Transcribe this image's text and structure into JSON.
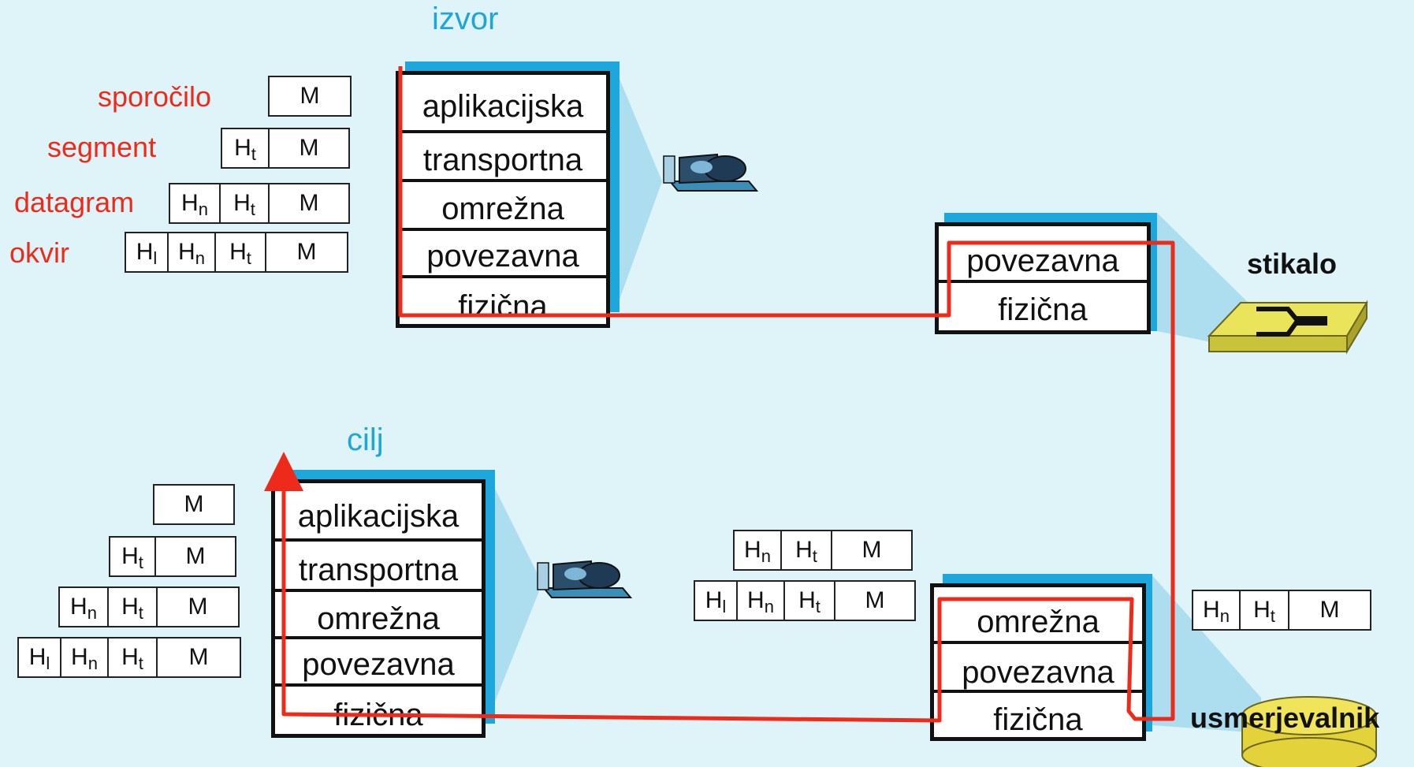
{
  "source": {
    "title": "izvor",
    "layers": [
      "aplikacijska",
      "transportna",
      "omrežna",
      "povezavna",
      "fizična"
    ]
  },
  "destination": {
    "title": "cilj",
    "layers": [
      "aplikacijska",
      "transportna",
      "omrežna",
      "povezavna",
      "fizična"
    ]
  },
  "switch": {
    "label": "stikalo",
    "layers": [
      "povezavna",
      "fizična"
    ]
  },
  "router": {
    "label": "usmerjevalnik",
    "layers": [
      "omrežna",
      "povezavna",
      "fizična"
    ]
  },
  "encapsulation_labels": [
    "sporočilo",
    "segment",
    "datagram",
    "okvir"
  ],
  "headers": {
    "H": "H",
    "t": "t",
    "n": "n",
    "l": "l",
    "M": "M"
  },
  "colors": {
    "background": "#dff4f8",
    "title": "#1fa6d6",
    "path": "#ee2b1a",
    "shadow": "#1ea7dc"
  }
}
